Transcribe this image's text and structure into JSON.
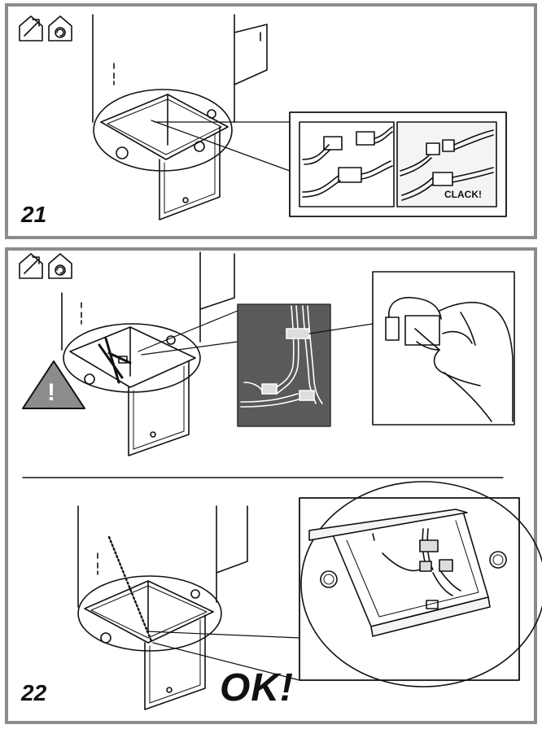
{
  "step21": {
    "number": "21",
    "connector_label": "CLACK!"
  },
  "step22": {
    "number": "22",
    "status_label": "OK!",
    "warning_mark": "!"
  },
  "colors": {
    "frame": "#8c8c8c",
    "line": "#111111",
    "dark_panel": "#5a5a5a"
  },
  "icons": [
    "house-install-icon",
    "house-recirculation-icon",
    "warning-triangle-icon"
  ]
}
